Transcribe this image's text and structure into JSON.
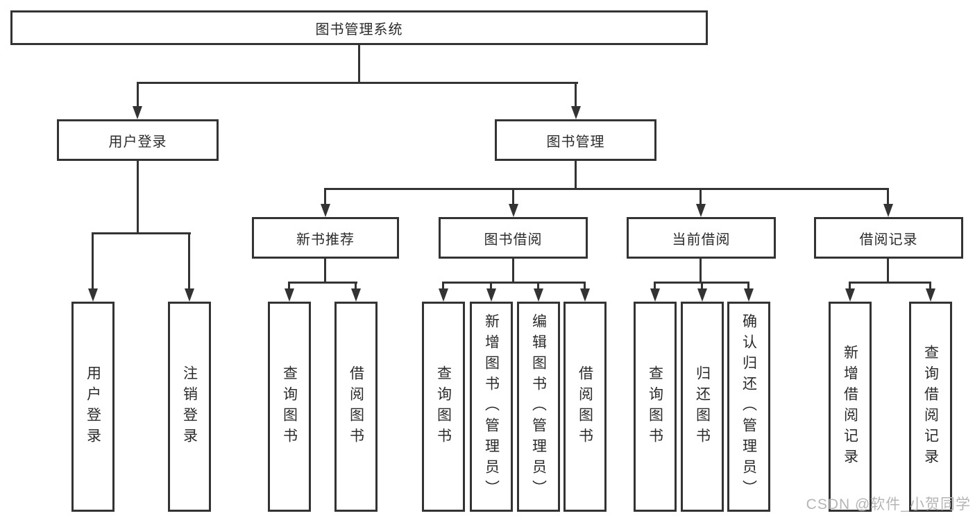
{
  "diagram": {
    "root": {
      "label": "图书管理系统"
    },
    "level2": [
      {
        "label": "用户登录"
      },
      {
        "label": "图书管理"
      }
    ],
    "level3": [
      {
        "label": "新书推荐"
      },
      {
        "label": "图书借阅"
      },
      {
        "label": "当前借阅"
      },
      {
        "label": "借阅记录"
      }
    ],
    "leaves": {
      "user_login": [
        {
          "label": "用户登录"
        },
        {
          "label": "注销登录"
        }
      ],
      "new_book": [
        {
          "label": "查询图书"
        },
        {
          "label": "借阅图书"
        }
      ],
      "book_borrow": [
        {
          "label": "查询图书"
        },
        {
          "label": "新增图书（管理员）"
        },
        {
          "label": "编辑图书（管理员）"
        },
        {
          "label": "借阅图书"
        }
      ],
      "current_borrow": [
        {
          "label": "查询图书"
        },
        {
          "label": "归还图书"
        },
        {
          "label": "确认归还（管理员）"
        }
      ],
      "borrow_records": [
        {
          "label": "新增借阅记录"
        },
        {
          "label": "查询借阅记录"
        }
      ]
    },
    "colors": {
      "line": "#333333",
      "text": "#2b2b2b",
      "watermark": "#b5b5b5",
      "background": "#ffffff"
    }
  },
  "watermark": {
    "text": "CSDN @软件_小贺同学"
  }
}
